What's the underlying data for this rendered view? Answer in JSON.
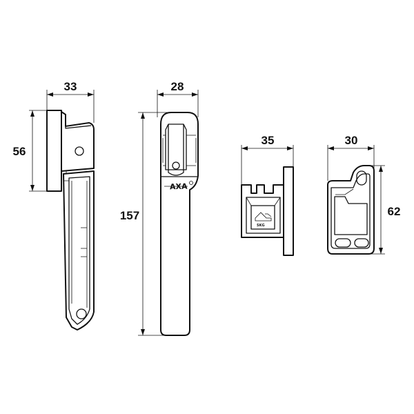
{
  "dimensions": {
    "handle_side_width": "33",
    "handle_side_height": "56",
    "handle_front_width": "28",
    "handle_front_height": "157",
    "keep_side_width": "35",
    "keep_front_width": "30",
    "keep_front_height": "62"
  },
  "markings": {
    "brand": "AXA",
    "certification": "SKG"
  },
  "colors": {
    "line": "#111111",
    "background": "#ffffff"
  }
}
